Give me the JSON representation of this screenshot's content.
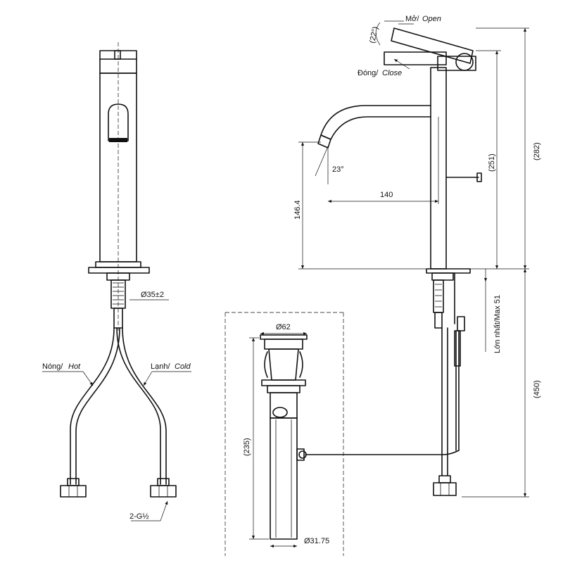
{
  "labels": {
    "open_vi": "Mở/",
    "open_en": "Open",
    "close_vi": "Đóng/",
    "close_en": "Close",
    "lever_angle": "(22°)",
    "spout_angle": "23°",
    "spout_reach": "140",
    "spout_height": "146.4",
    "body_height": "(251)",
    "total_height": "(282)",
    "max_thickness": "Lớn nhất/Max 51",
    "under_length": "(450)",
    "base_diameter": "Ø35±2",
    "hot_vi": "Nóng/",
    "hot_en": "Hot",
    "cold_vi": "Lạnh/",
    "cold_en": "Cold",
    "connection": "2-G½",
    "drain_top_diameter": "Ø62",
    "drain_length": "(235)",
    "drain_tail_diameter": "Ø31.75"
  }
}
